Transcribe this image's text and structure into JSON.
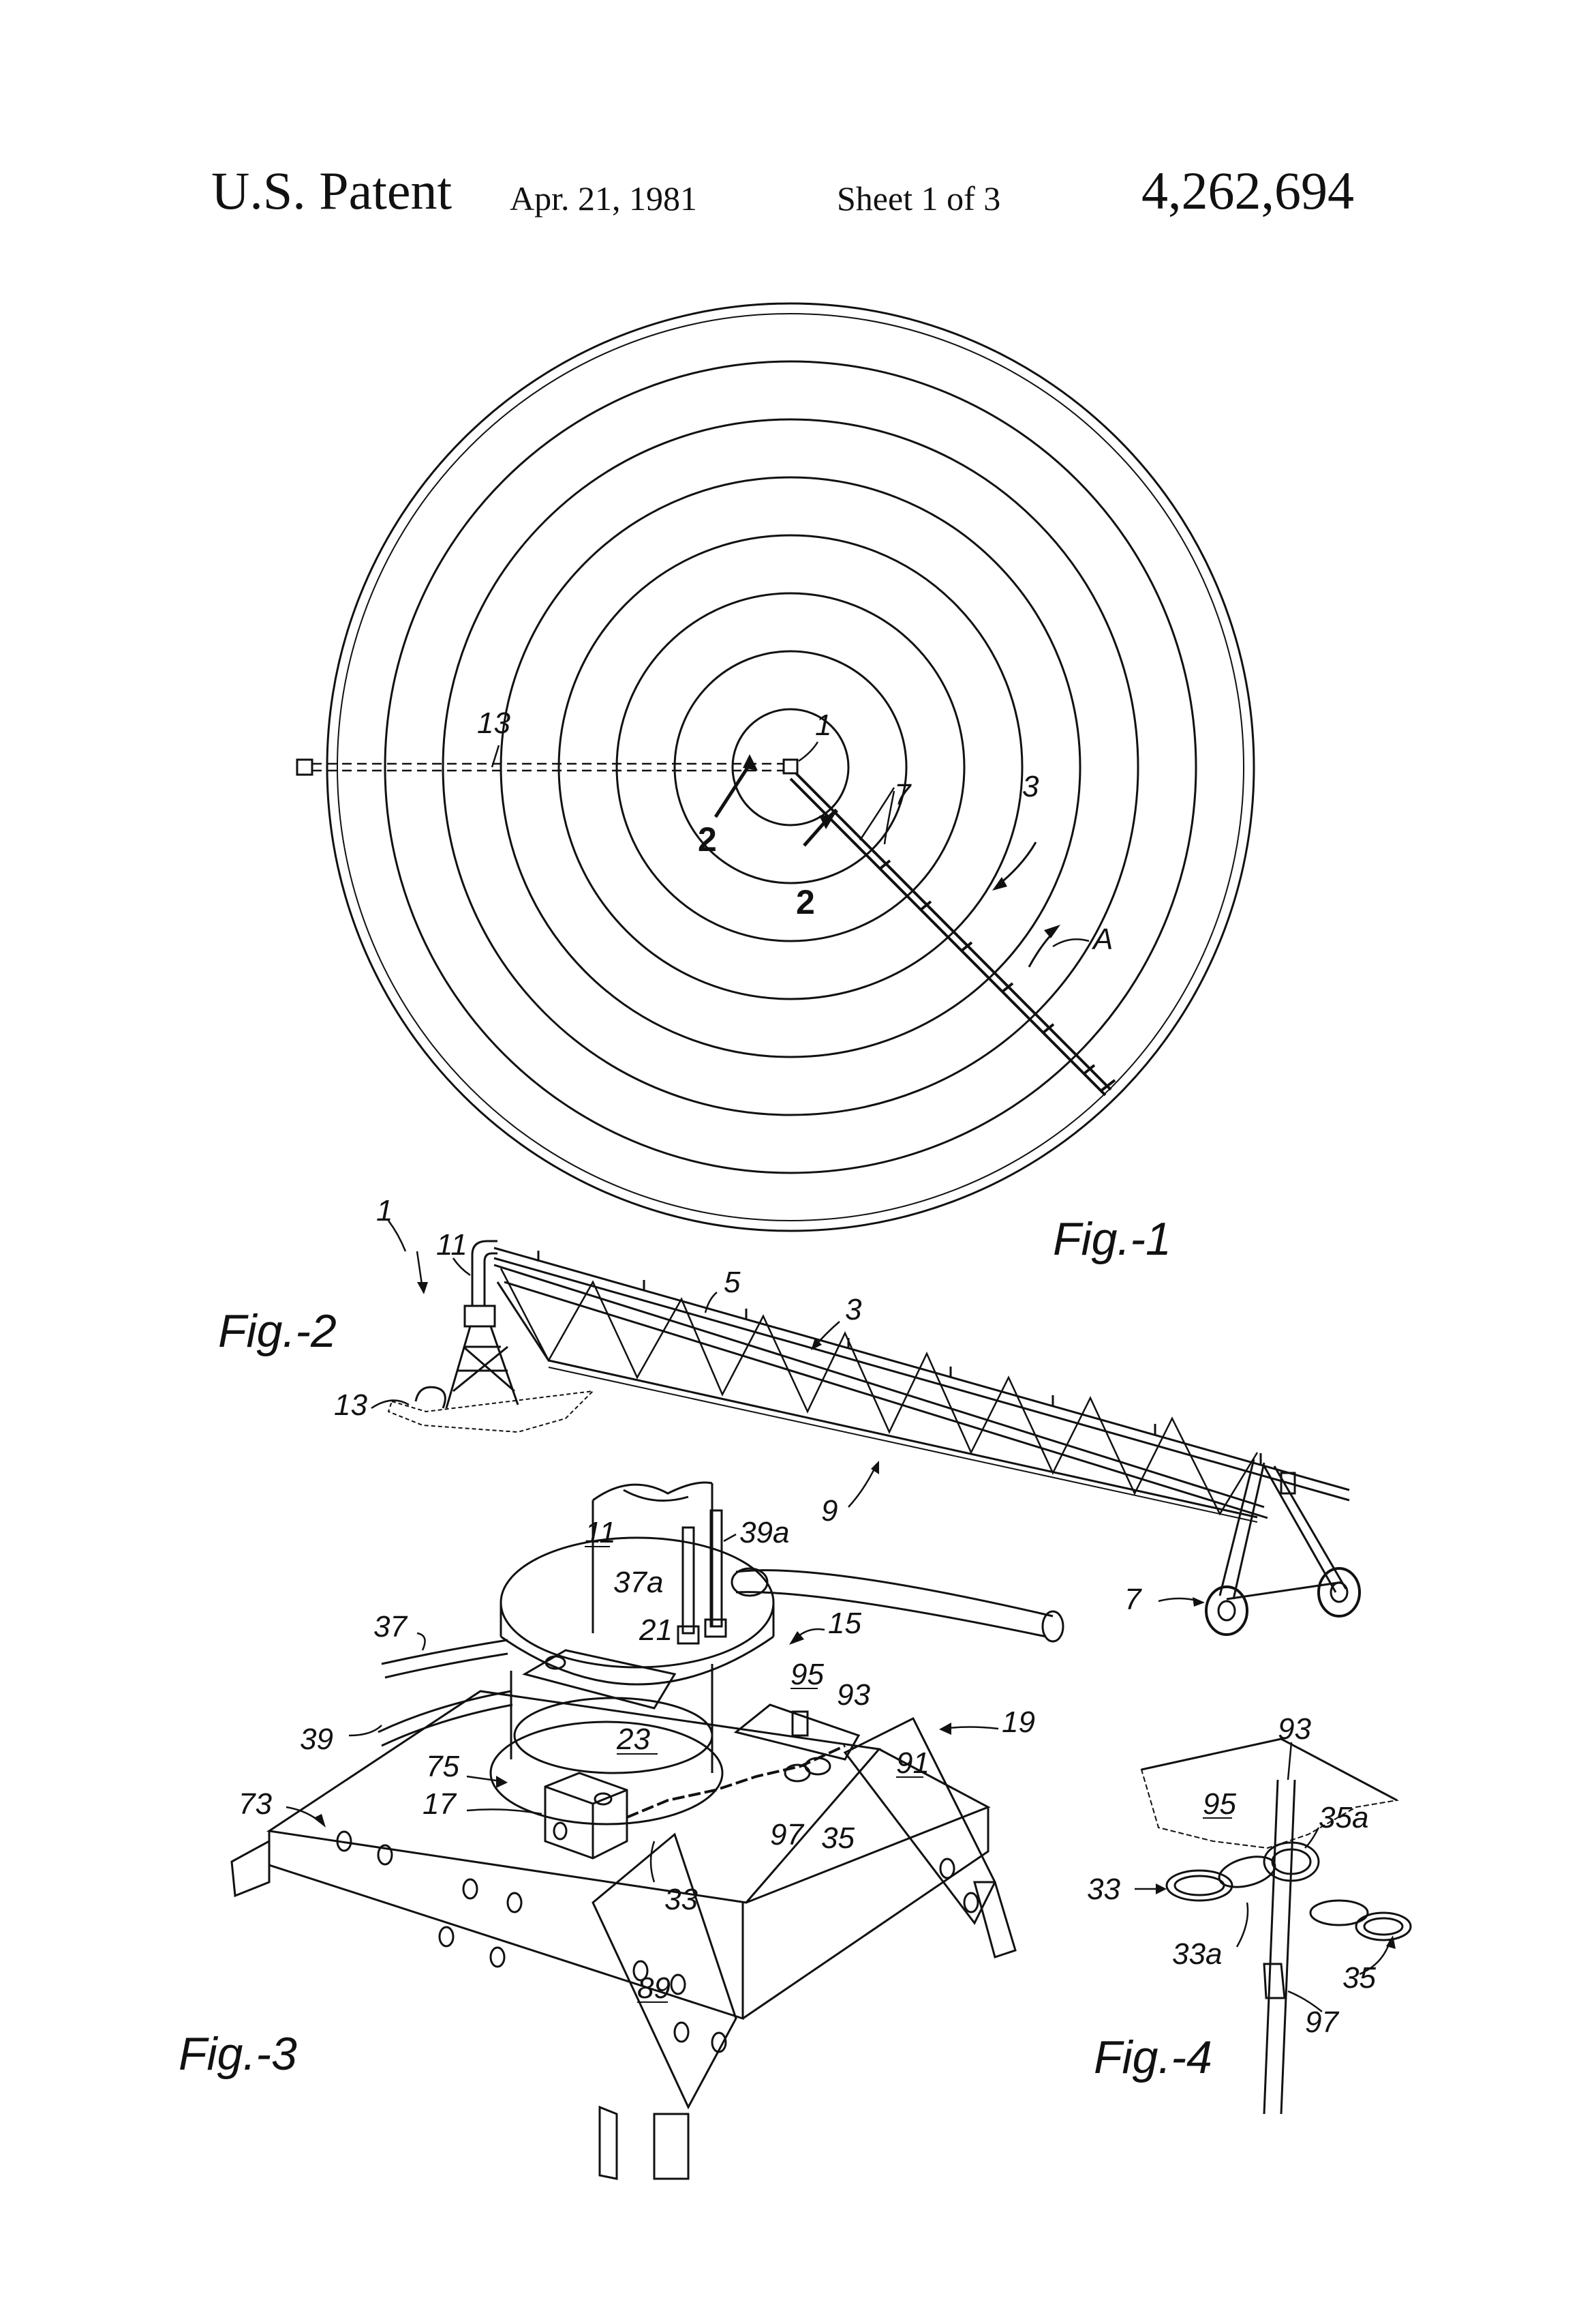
{
  "header": {
    "title": "U.S. Patent",
    "date": "Apr. 21, 1981",
    "sheet": "Sheet 1 of 3",
    "patent_number": "4,262,694"
  },
  "figures": {
    "fig1": {
      "label": "Fig.-1",
      "refs": {
        "pivot": "1",
        "arm": "3",
        "wheels": "7",
        "line13": "13",
        "section": "2",
        "direction": "A"
      }
    },
    "fig2": {
      "label": "Fig.-2",
      "refs": {
        "pivot": "1",
        "riser": "11",
        "base": "13",
        "pipe": "5",
        "arm": "3",
        "truss": "9",
        "wheels": "7"
      }
    },
    "fig3": {
      "label": "Fig.-3",
      "refs": {
        "r11": "11",
        "r39a": "39a",
        "r37a": "37a",
        "r37": "37",
        "r21": "21",
        "r15": "15",
        "r95": "95",
        "r93": "93",
        "r19": "19",
        "r39": "39",
        "r23": "23",
        "r75": "75",
        "r73": "73",
        "r17": "17",
        "r91": "91",
        "r97": "97",
        "r35": "35",
        "r33": "33",
        "r89": "89"
      }
    },
    "fig4": {
      "label": "Fig.-4",
      "refs": {
        "r93": "93",
        "r95": "95",
        "r35a": "35a",
        "r33": "33",
        "r33a": "33a",
        "r35": "35",
        "r97": "97"
      }
    }
  }
}
